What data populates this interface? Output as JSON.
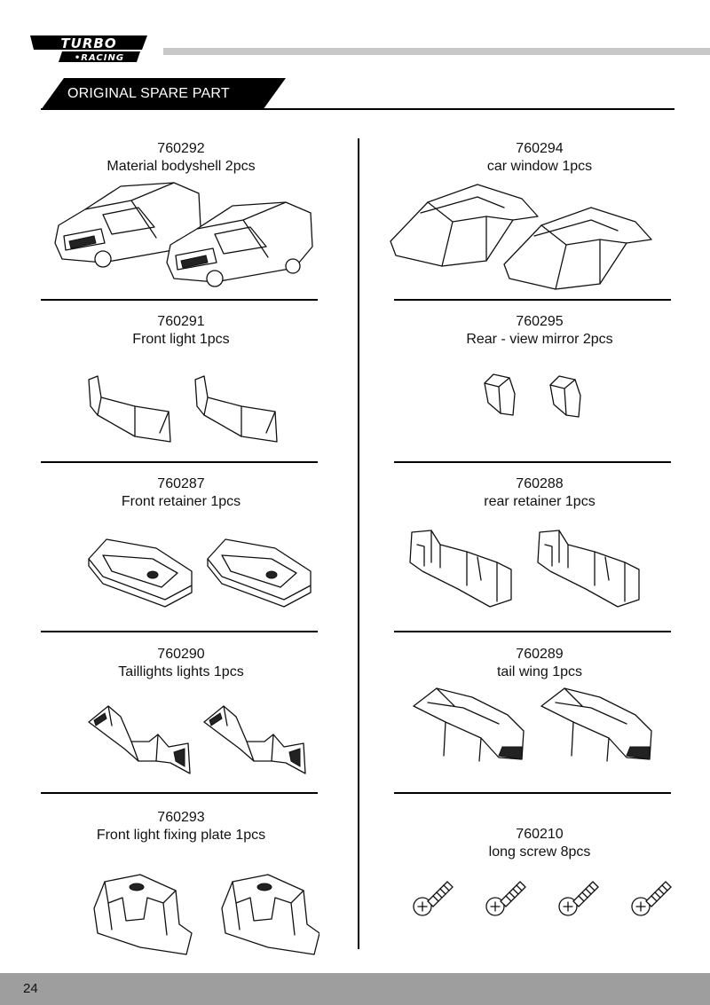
{
  "brand": {
    "logo_top": "TURBO",
    "logo_bottom": "RACING"
  },
  "section_title": "ORIGINAL SPARE PART",
  "parts": [
    {
      "code": "760292",
      "name": "Material bodyshell 2pcs",
      "icon": "car-body-icon"
    },
    {
      "code": "760294",
      "name": "car window 1pcs",
      "icon": "car-window-icon"
    },
    {
      "code": "760291",
      "name": "Front light 1pcs",
      "icon": "front-light-icon"
    },
    {
      "code": "760295",
      "name": "Rear - view mirror 2pcs",
      "icon": "mirror-icon"
    },
    {
      "code": "760287",
      "name": "Front retainer 1pcs",
      "icon": "front-retainer-icon"
    },
    {
      "code": "760288",
      "name": "rear retainer 1pcs",
      "icon": "rear-retainer-icon"
    },
    {
      "code": "760290",
      "name": "Taillights lights 1pcs",
      "icon": "taillight-icon"
    },
    {
      "code": "760289",
      "name": "tail wing 1pcs",
      "icon": "tail-wing-icon"
    },
    {
      "code": "760293",
      "name": "Front light fixing plate 1pcs",
      "icon": "fixing-plate-icon"
    },
    {
      "code": "760210",
      "name": "long screw 8pcs",
      "icon": "screw-icon"
    }
  ],
  "page_number": "24",
  "colors": {
    "header_bg": "#000000",
    "footer_bg": "#9e9e9e",
    "top_rule": "#c8c8c8"
  }
}
